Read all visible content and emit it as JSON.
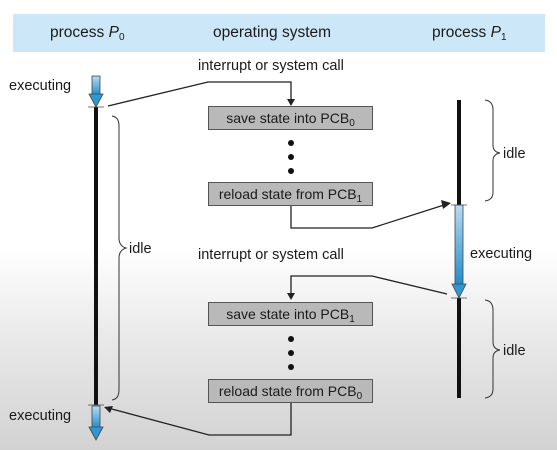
{
  "colors": {
    "header_bg": "#cce8f8",
    "box_fill": "#b9b9b9",
    "arrow_blue": "#2f98d4"
  },
  "header": {
    "p0_label": "process ",
    "p0_var": "P",
    "p0_sub": "0",
    "os_label": "operating system",
    "p1_label": "process ",
    "p1_var": "P",
    "p1_sub": "1"
  },
  "labels": {
    "interrupt_1": "interrupt or system call",
    "interrupt_2": "interrupt or system call",
    "executing_p0_top": "executing",
    "executing_p0_bottom": "executing",
    "executing_p1": "executing",
    "idle_p0": "idle",
    "idle_p1_top": "idle",
    "idle_p1_bottom": "idle"
  },
  "boxes": [
    {
      "text": "save state into PCB",
      "sub": "0"
    },
    {
      "text": "reload state from PCB",
      "sub": "1"
    },
    {
      "text": "save state into PCB",
      "sub": "1"
    },
    {
      "text": "reload state from PCB",
      "sub": "0"
    }
  ]
}
